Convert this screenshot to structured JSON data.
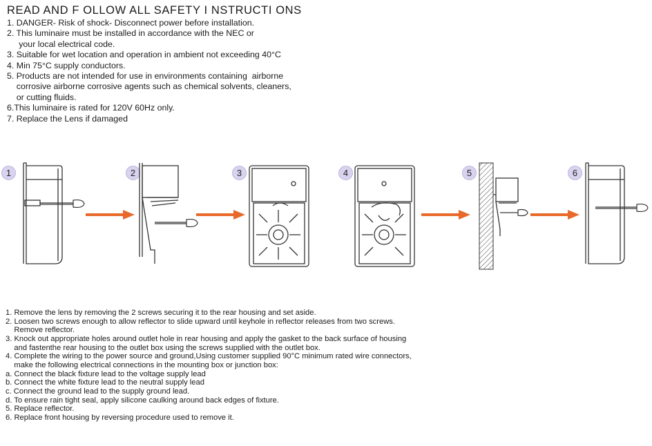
{
  "title": "READ AND F OLLOW ALL SAFETY I NSTRUCTI ONS",
  "safety_lines": [
    "1. DANGER- Risk of shock- Disconnect power before installation.",
    "2. This luminaire must be installed in accordance with the NEC or",
    "     your local electrical code.",
    "3. Suitable for wet location and operation in ambient not exceeding 40°C",
    "4. Min 75°C supply conductors.",
    "5. Products are not intended for use in environments containing  airborne",
    "    corrosive airborne corrosive agents such as chemical solvents, cleaners,",
    "    or cutting fluids.",
    "6.This luminaire is rated for 120V 60Hz only.",
    "7. Replace the Lens if damaged"
  ],
  "steps": [
    "1",
    "2",
    "3",
    "4",
    "5",
    "6"
  ],
  "instruction_lines": [
    "1. Remove the lens by removing the 2 screws securing it to the rear housing and set aside.",
    "2. Loosen two screws enough to allow reflector to slide upward until keyhole in reflector releases from two screws.",
    "    Remove reflector.",
    "3. Knock out appropriate holes around outlet hole in rear housing and apply the gasket to the back surface of housing",
    "    and fastenthe rear housing to the outlet box using the screws supplied with the outlet box.",
    "4. Complete the wiring to the power source and ground,Using customer supplied 90°C minimum rated wire connectors,",
    "    make the following electrical connections in the mounting box or junction box:",
    "a. Connect the black fixture lead to the voltage supply lead",
    "b. Connect the white fixture lead to the neutral supply lead",
    "c. Connect the ground lead to the supply ground lead.",
    "d. To ensure rain tight seal, apply silicone caulking around back edges of fixture.",
    "5. Replace reflector.",
    "6. Replace front housing by reversing procedure used to remove it."
  ],
  "colors": {
    "arrow": "#e8692a",
    "badge": "#d9d3ef",
    "line": "#333333"
  },
  "icons": [
    "screwdriver-icon",
    "arrow-right-icon",
    "fixture-side-icon",
    "fixture-front-icon",
    "wall-hatch-icon"
  ]
}
